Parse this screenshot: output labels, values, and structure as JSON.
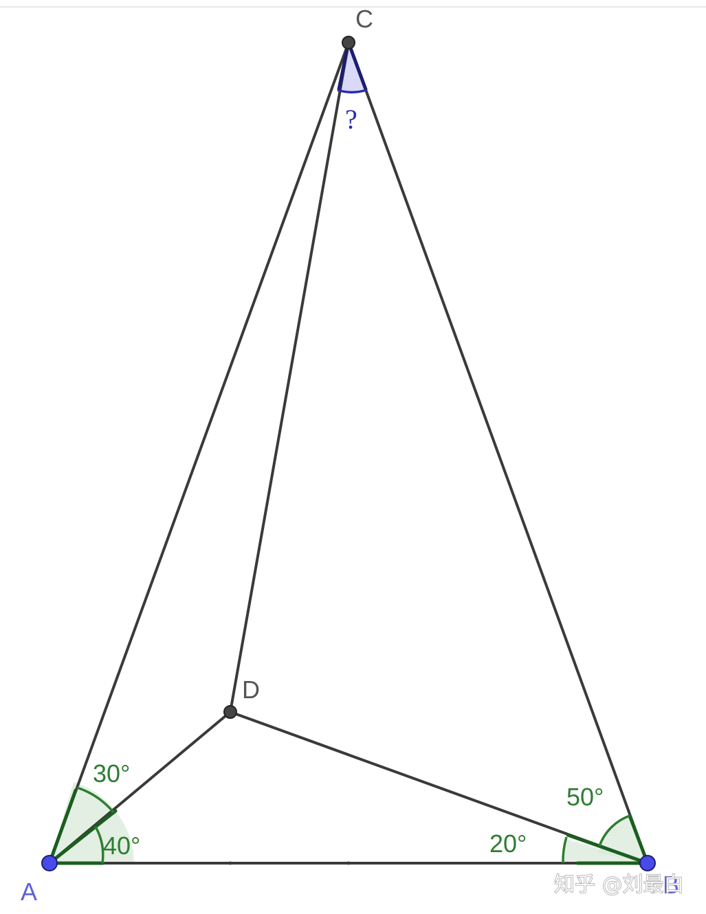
{
  "points": {
    "A": {
      "label": "A"
    },
    "B": {
      "label": "B"
    },
    "C": {
      "label": "C"
    },
    "D": {
      "label": "D"
    }
  },
  "angles": {
    "cab": {
      "label": "30°"
    },
    "dab": {
      "label": "40°"
    },
    "cba": {
      "label": "50°"
    },
    "dba": {
      "label": "20°"
    },
    "acd": {
      "label": "?"
    }
  },
  "watermark": {
    "text": "知乎 @刘最白"
  },
  "colors": {
    "free_point": "#4a4ae8",
    "dependent_point": "#444444",
    "edge": "#3a3a3a",
    "angle_green": "#2e7d32",
    "angle_blue": "#2a2ab0"
  }
}
